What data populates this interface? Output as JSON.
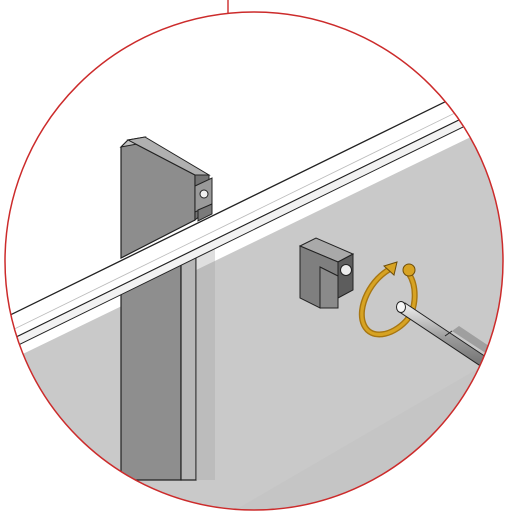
{
  "illustration": {
    "colors": {
      "background": "#ffffff",
      "border": "#cc2b2b",
      "wall": "#c9c9c9",
      "wall_shadow": "#b4b4b4",
      "rail_top": "#ffffff",
      "rail_face": "#f2f2f2",
      "panel_front": "#8e8e8e",
      "panel_side": "#6f6f6f",
      "panel_top": "#b5b5b5",
      "bracket_front": "#7d7d7d",
      "bracket_side": "#5c5c5c",
      "bracket_top": "#a7a7a7",
      "clip_ring": "#d7a323",
      "clip_ring_shadow": "#a77611",
      "pin_body": "#8d8d8d",
      "pin_highlight": "#e6e6e6",
      "outline": "#222222"
    },
    "parts": [
      "circular-detail-callout",
      "wall-panel",
      "horizontal-rail",
      "vertical-post",
      "mounting-bracket",
      "snap-ring-clip",
      "locking-pin"
    ]
  }
}
